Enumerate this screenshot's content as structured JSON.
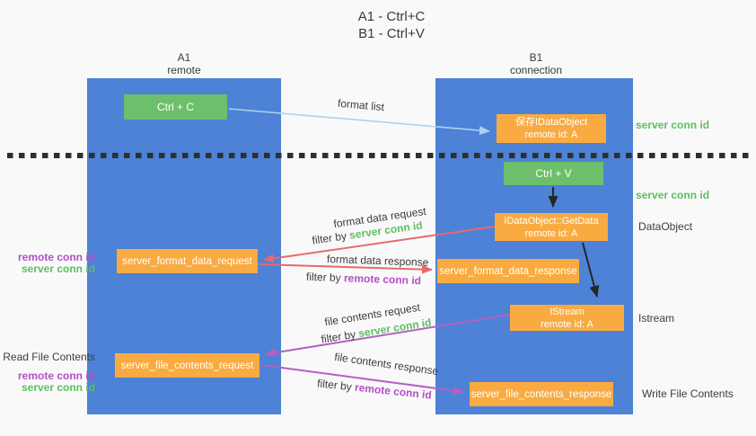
{
  "title": {
    "line1": "A1 - Ctrl+C",
    "line2": "B1 - Ctrl+V"
  },
  "lanes": {
    "left": {
      "name": "A1",
      "subtitle": "remote"
    },
    "right": {
      "name": "B1",
      "subtitle": "connection"
    }
  },
  "nodes": {
    "ctrl_c": {
      "label": "Ctrl + C"
    },
    "save_idataobject": {
      "line1": "保存IDataObject",
      "line2": "remote id: A"
    },
    "ctrl_v": {
      "label": "Ctrl + V"
    },
    "getdata": {
      "line1": "IDataObject::GetData",
      "line2": "remote id: A"
    },
    "format_request": {
      "label": "server_format_data_request"
    },
    "format_response": {
      "label": "server_format_data_response"
    },
    "istream": {
      "line1": "IStream",
      "line2": "remote id: A"
    },
    "file_request": {
      "label": "server_file_contents_request"
    },
    "file_response": {
      "label": "server_file_contents_response"
    }
  },
  "edge_labels": {
    "format_list": "format list",
    "format_data_request": "format data request",
    "format_data_response": "format data response",
    "file_contents_request": "file contents request",
    "file_contents_response": "file contents response",
    "filter_by": "filter by ",
    "server_conn_id": "server conn id",
    "remote_conn_id": "remote conn id"
  },
  "side_labels": {
    "right_server_conn_id_top": "server conn id",
    "right_server_conn_id_mid": "server conn id",
    "dataobject": "DataObject",
    "istream": "Istream",
    "write_file_contents": "Write File Contents",
    "left_remote_conn_id_top": "remote conn id",
    "left_server_conn_id_top": "server conn id",
    "read_file_contents": "Read File Contents",
    "left_remote_conn_id_bottom": "remote conn id",
    "left_server_conn_id_bottom": "server conn id"
  },
  "colors": {
    "lane_blue": "#4d82d6",
    "box_green": "#6dbf6b",
    "box_orange": "#f9ab41",
    "text_green": "#5cbf60",
    "text_purple": "#b44ec6",
    "arrow_red": "#e56a6c",
    "arrow_purple": "#b55fc5",
    "arrow_lightblue": "#aad4ee",
    "arrow_black": "#262626",
    "dotted_line": "#2f2f2f",
    "background": "#f9f9f9"
  }
}
